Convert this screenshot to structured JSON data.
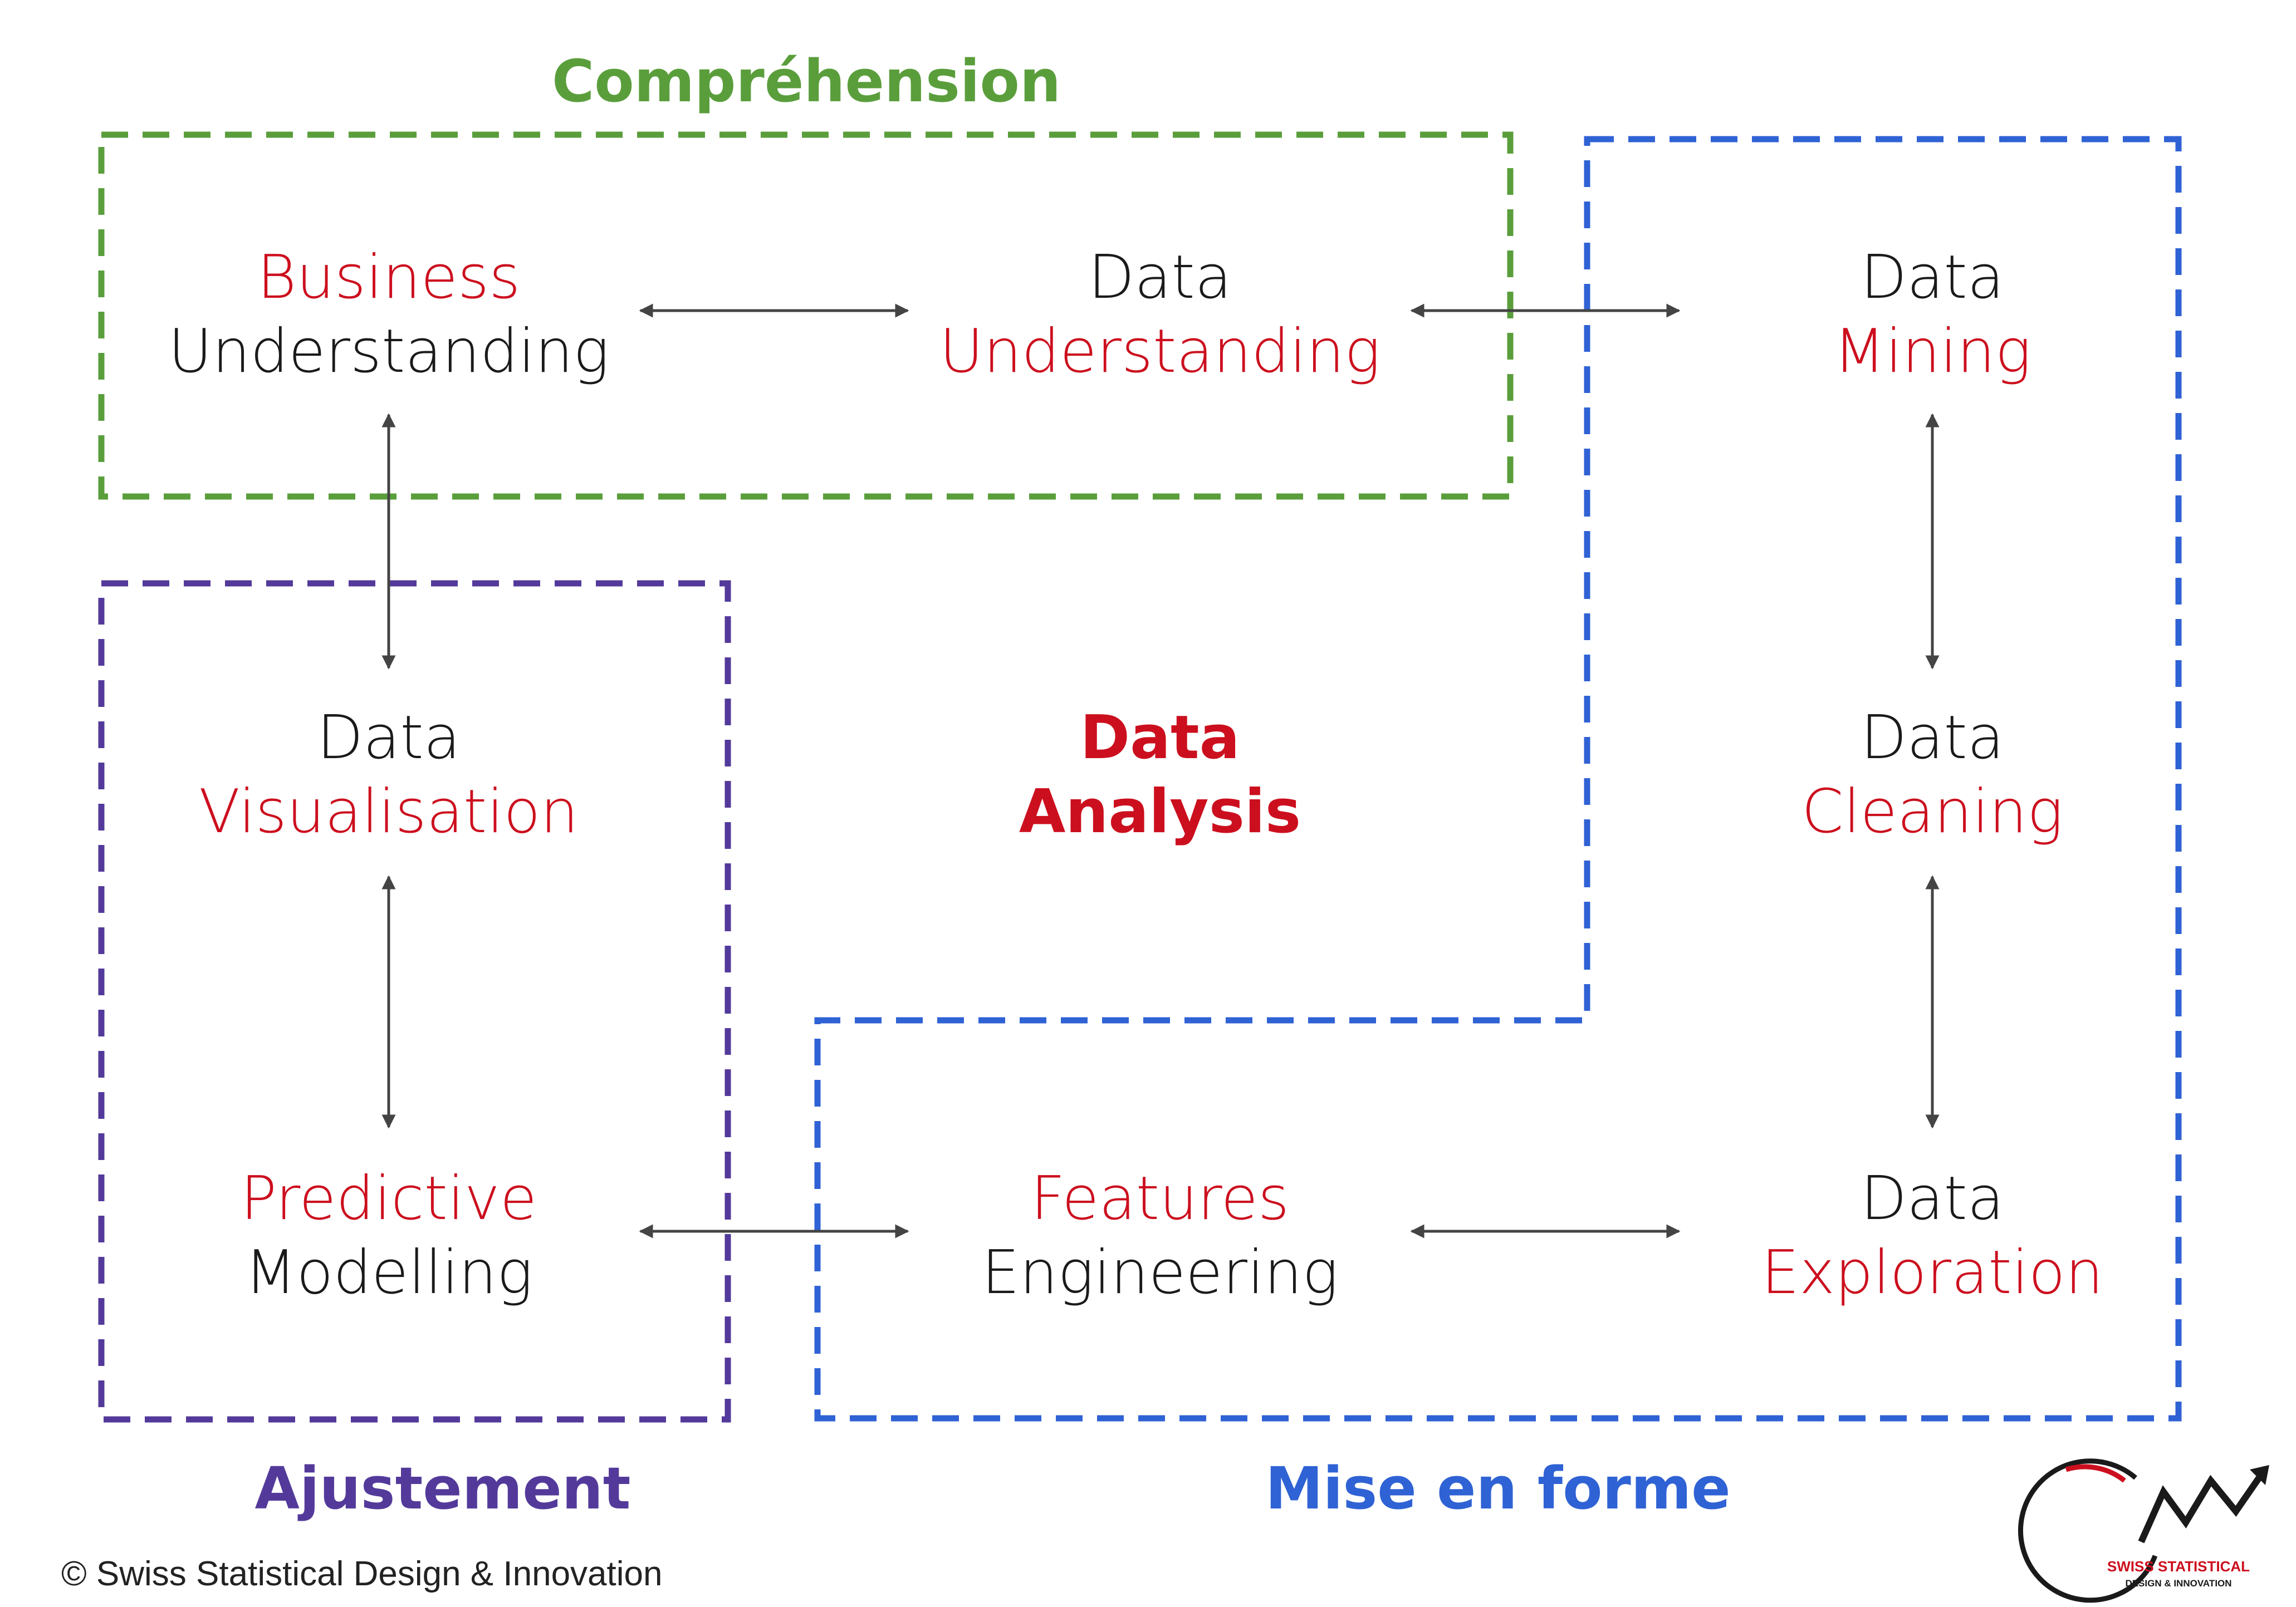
{
  "colors": {
    "green": "#5a9e3c",
    "blue": "#2f62d4",
    "purple": "#533a9a",
    "red": "#cc0f1e",
    "dark": "#1a1a1a",
    "arrow": "#444444"
  },
  "groups": {
    "comprehension": "Compréhension",
    "ajustement": "Ajustement",
    "mise_en_forme": "Mise en forme"
  },
  "center": {
    "line1": "Data",
    "line2": "Analysis"
  },
  "nodes": {
    "business_understanding": {
      "line1": "Business",
      "line2": "Understanding"
    },
    "data_understanding": {
      "line1": "Data",
      "line2": "Understanding"
    },
    "data_mining": {
      "line1": "Data",
      "line2": "Mining"
    },
    "data_visualisation": {
      "line1": "Data",
      "line2": "Visualisation"
    },
    "data_cleaning": {
      "line1": "Data",
      "line2": "Cleaning"
    },
    "predictive_modelling": {
      "line1": "Predictive",
      "line2": "Modelling"
    },
    "features_engineering": {
      "line1": "Features",
      "line2": "Engineering"
    },
    "data_exploration": {
      "line1": "Data",
      "line2": "Exploration"
    }
  },
  "footer": {
    "copyright": "© Swiss Statistical Design & Innovation"
  },
  "logo": {
    "line1": "SWISS STATISTICAL",
    "line2": "DESIGN & INNOVATION",
    "icon": "trend-arrow-icon"
  }
}
